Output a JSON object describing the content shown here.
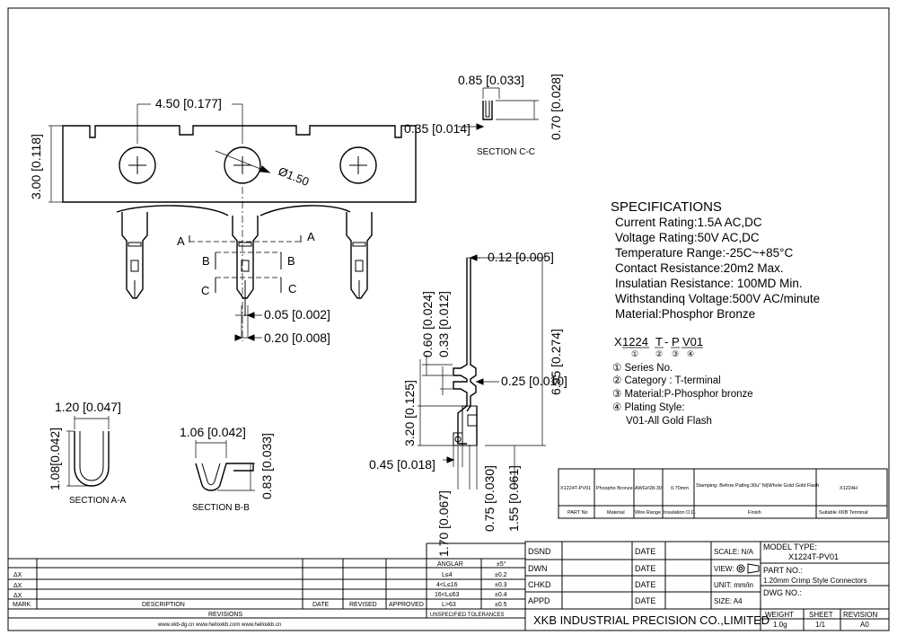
{
  "top_view": {
    "pitch": "4.50 [0.177]",
    "height": "3.00 [0.118]",
    "hole": "Ø1.50",
    "gap": "0.05 [0.002]",
    "width": "0.20 [0.008]",
    "sec_a": "A",
    "sec_b": "B",
    "sec_c": "C"
  },
  "section_cc": {
    "width": "0.85 [0.033]",
    "height": "0.70 [0.028]",
    "thickness": "0.35 [0.014]",
    "title": "SECTION C-C"
  },
  "specifications": {
    "title": "SPECIFICATIONS",
    "lines": [
      "Current Rating:1.5A AC,DC",
      "Voltage Rating:50V AC,DC",
      "Temperature Range:-25C~+85°C",
      "Contact Resistance:20m2 Max.",
      "Insulatian Resistance: 100MD Min.",
      "Withstandinq Voltage:500V AC/minute",
      "Material:Phosphor Bronze"
    ]
  },
  "part_code": {
    "x": "X",
    "series": "1224",
    "cat": "T",
    "dash": "-",
    "mat": "P",
    "plating": "V01",
    "n1": "①",
    "n2": "②",
    "n3": "③",
    "n4": "④",
    "notes": [
      "① Series No.",
      "② Category : T-terminal",
      "③ Material:P-Phosphor bronze",
      "④ Plating Style:"
    ],
    "plating_note": "V01-All Gold Flash"
  },
  "side_view": {
    "top": "0.12 [0.005]",
    "total": "6.95 [0.274]",
    "d060": "0.60 [0.024]",
    "d033": "0.33 [0.012]",
    "d025": "0.25 [0.010]",
    "d320": "3.20 [0.125]",
    "d045": "0.45 [0.018]",
    "d170": "1.70 [0.067]",
    "d075": "0.75 [0.030]",
    "d155": "1.55 [0.061]"
  },
  "section_aa": {
    "width": "1.20 [0.047]",
    "height": "1.08[0.042]",
    "title": "SECTION A-A"
  },
  "section_bb": {
    "width": "1.06 [0.042]",
    "height": "0.83 [0.033]",
    "title": "SECTION  B-B"
  },
  "parts_table": {
    "row": [
      "X1224T-PV01",
      "Phospho Bronze",
      "AWG#28-30",
      "0.70mm",
      "Stamping: Before Patlng:30u\" Ni|Whole Gold Gold Flash",
      "X1224H"
    ],
    "headers": [
      "PART No",
      "Material",
      "Wire Range",
      "Insulation O.D.",
      "Finish",
      "Suitable XKB Terminal"
    ]
  },
  "revisions": {
    "rows": [
      {
        "mark": "ΔX",
        "desc": "",
        "date": "",
        "revised": "",
        "approved": ""
      },
      {
        "mark": "ΔX",
        "desc": "",
        "date": "",
        "revised": "",
        "approved": ""
      },
      {
        "mark": "ΔX",
        "desc": "",
        "date": "",
        "revised": "",
        "approved": ""
      }
    ],
    "headers": [
      "MARK",
      "DESCRIPTION",
      "DATE",
      "REVISED",
      "APPROVED"
    ],
    "caption": "REVISIONS",
    "website": "www.xkb-dg.cn   www.helloxkb.com   www.helloxkb.cn"
  },
  "tolerances": {
    "header": [
      "ANGLAR",
      "±5°"
    ],
    "rows": [
      [
        "L≤4",
        "±0.2"
      ],
      [
        "4<L≤16",
        "±0.3"
      ],
      [
        "16<L≤63",
        "±0.4"
      ],
      [
        "L>63",
        "±0.5"
      ]
    ],
    "caption": "UNSPECIFIED TOLERANCES"
  },
  "title_block": {
    "dsnd": "DSND",
    "dwn": "DWN",
    "chkd": "CHKD",
    "appd": "APPD",
    "date": "DATE",
    "scale": "SCALE: N/A",
    "view": "VIEW:",
    "unit": "UNIT: mm/in",
    "size": "SIZE: A4",
    "model_label": "MODEL TYPE:",
    "model": "X1224T-PV01",
    "part_label": "PART NO.:",
    "part": "1.20mm Crimp Style Connectors",
    "dwg": "DWG NO.:",
    "company": "XKB INDUSTRIAL PRECISION CO.,LIMITED",
    "weight_label": "WEIGHT",
    "weight": "1.0g",
    "sheet_label": "SHEET",
    "sheet": "1/1",
    "revision_label": "REVISION",
    "revision": "A0"
  }
}
